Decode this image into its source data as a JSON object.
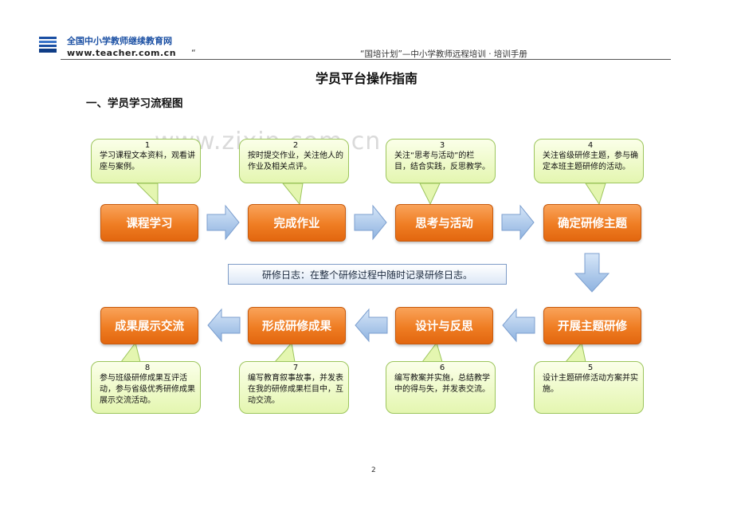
{
  "header": {
    "site_name": "全国中小学教师继续教育网",
    "site_url": "www.teacher.com.cn",
    "quote_mark": "“",
    "manual_title": "“国培计划”—中小学教师远程培训 · 培训手册"
  },
  "document": {
    "title": "学员平台操作指南",
    "section_heading": "一、学员学习流程图"
  },
  "watermark": "www.zixin.com.cn",
  "steps": [
    {
      "label": "课程学习"
    },
    {
      "label": "完成作业"
    },
    {
      "label": "思考与活动"
    },
    {
      "label": "确定研修主题"
    },
    {
      "label": "开展主题研修"
    },
    {
      "label": "设计与反思"
    },
    {
      "label": "形成研修成果"
    },
    {
      "label": "成果展示交流"
    }
  ],
  "callouts": [
    {
      "num": "1",
      "text": "学习课程文本资料，观看讲座与案例。"
    },
    {
      "num": "2",
      "text": "按时提交作业，关注他人的作业及相关点评。"
    },
    {
      "num": "3",
      "text": "关注“思考与活动”的栏目，结合实践，反思教学。"
    },
    {
      "num": "4",
      "text": "关注省级研修主题，参与确定本班主题研修的活动。"
    },
    {
      "num": "5",
      "text": "设计主题研修活动方案并实施。"
    },
    {
      "num": "6",
      "text": "编写教案并实施，总结教学中的得与失，并发表交流。"
    },
    {
      "num": "7",
      "text": "编写教育叙事故事，并发表在我的研修成果栏目中，互动交流。"
    },
    {
      "num": "8",
      "text": "参与班级研修成果互评活动，参与省级优秀研修成果展示交流活动。"
    }
  ],
  "diary_note": "研修日志：在整个研修过程中随时记录研修日志。",
  "page_number": "2",
  "colors": {
    "step_orange": "#ef7d23",
    "callout_green": "#e4f6b0",
    "arrow_blue": "#a9c6ea",
    "brand_blue": "#1a4fa3"
  }
}
